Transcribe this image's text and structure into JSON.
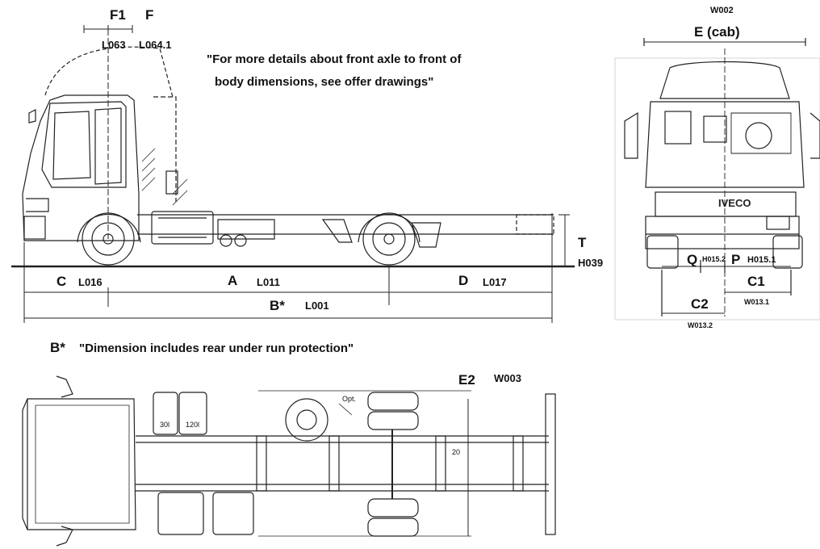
{
  "notes": {
    "front_axle": "\"For more details about front axle to front of",
    "front_axle_2": "body dimensions, see offer drawings\"",
    "b_star_marker": "B*",
    "b_star_text": "\"Dimension includes rear under run protection\""
  },
  "side_view": {
    "F1": "F1",
    "F": "F",
    "L063": "L063",
    "L064_1": "L064.1",
    "C": "C",
    "L016": "L016",
    "A": "A",
    "L011": "L011",
    "D": "D",
    "L017": "L017",
    "B": "B*",
    "L001": "L001",
    "T": "T",
    "H039": "H039"
  },
  "front_view": {
    "W002": "W002",
    "E_cab": "E (cab)",
    "Q": "Q",
    "H015_2": "H015.2",
    "P": "P",
    "H015_1": "H015.1",
    "C1": "C1",
    "W013_1": "W013.1",
    "C2": "C2",
    "W013_2": "W013.2"
  },
  "top_view": {
    "E2": "E2",
    "W003": "W003",
    "opt": "Opt.",
    "t30": "30l",
    "t120": "120l",
    "n20": "20"
  }
}
